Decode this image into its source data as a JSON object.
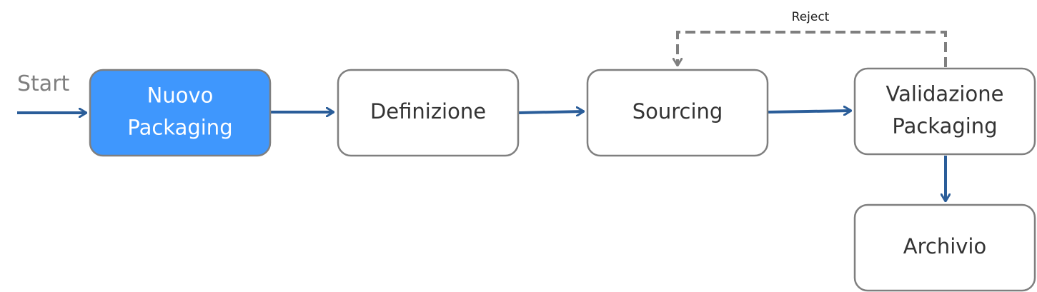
{
  "diagram": {
    "start_label": "Start",
    "nodes": [
      {
        "id": "nuovo-packaging",
        "lines": [
          "Nuovo",
          "Packaging"
        ],
        "highlighted": true
      },
      {
        "id": "definizione",
        "lines": [
          "Definizione"
        ],
        "highlighted": false
      },
      {
        "id": "sourcing",
        "lines": [
          "Sourcing"
        ],
        "highlighted": false
      },
      {
        "id": "validazione-packaging",
        "lines": [
          "Validazione",
          "Packaging"
        ],
        "highlighted": false
      },
      {
        "id": "archivio",
        "lines": [
          "Archivio"
        ],
        "highlighted": false
      }
    ],
    "edges": [
      {
        "from": "start",
        "to": "nuovo-packaging",
        "style": "solid"
      },
      {
        "from": "nuovo-packaging",
        "to": "definizione",
        "style": "solid"
      },
      {
        "from": "definizione",
        "to": "sourcing",
        "style": "solid"
      },
      {
        "from": "sourcing",
        "to": "validazione-packaging",
        "style": "solid"
      },
      {
        "from": "validazione-packaging",
        "to": "archivio",
        "style": "solid"
      },
      {
        "from": "validazione-packaging",
        "to": "sourcing",
        "style": "dashed",
        "label": "Reject"
      }
    ],
    "colors": {
      "highlight_fill": "#3f97fd",
      "highlight_text": "#ffffff",
      "node_fill": "#ffffff",
      "node_border": "#7f7f7f",
      "node_text": "#333333",
      "arrow": "#2a5d99",
      "reject_arrow": "#7f7f7f"
    }
  }
}
